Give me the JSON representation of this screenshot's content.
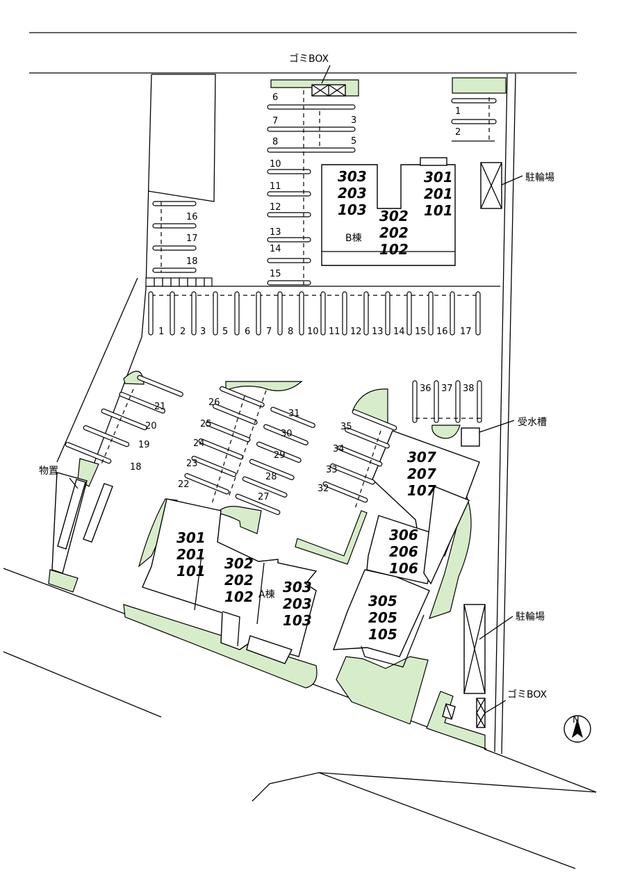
{
  "labels": {
    "garbage_top": "ゴミBOX",
    "garbage_bottom": "ゴミBOX",
    "bike_top": "駐輪場",
    "bike_bottom": "駐輪場",
    "water_tank": "受水槽",
    "storage": "物置",
    "building_b": "B棟",
    "building_a": "A棟"
  },
  "colors": {
    "green": "#d7ecc9",
    "line": "#000000"
  },
  "compass_icon": "north-arrow-icon",
  "building_b": {
    "unit_left": [
      "303",
      "203",
      "103"
    ],
    "unit_mid": [
      "302",
      "202",
      "102"
    ],
    "unit_right": [
      "301",
      "201",
      "101"
    ]
  },
  "building_a": {
    "u1": [
      "301",
      "201",
      "101"
    ],
    "u2": [
      "302",
      "202",
      "102"
    ],
    "u3": [
      "303",
      "203",
      "103"
    ],
    "u4": [
      "305",
      "205",
      "105"
    ],
    "u5": [
      "306",
      "206",
      "106"
    ],
    "u6": [
      "307",
      "207",
      "107"
    ]
  },
  "parking": {
    "top_left_col": [
      "6",
      "7",
      "8",
      "10",
      "11",
      "12",
      "13",
      "14",
      "15"
    ],
    "top_right_col": [
      "3",
      "5"
    ],
    "corner_right": [
      "1",
      "2"
    ],
    "left_col": [
      "16",
      "17",
      "18"
    ],
    "row": [
      "1",
      "2",
      "3",
      "5",
      "6",
      "7",
      "8",
      "10",
      "11",
      "12",
      "13",
      "14",
      "15",
      "16",
      "17"
    ],
    "diag_left": [
      "21",
      "20",
      "19",
      "18"
    ],
    "diag_mid_a": [
      "26",
      "25",
      "24",
      "23",
      "22"
    ],
    "diag_mid_b": [
      "31",
      "30",
      "29",
      "28",
      "27"
    ],
    "diag_right": [
      "35",
      "34",
      "33",
      "32"
    ],
    "vert_right": [
      "36",
      "37",
      "38"
    ]
  }
}
